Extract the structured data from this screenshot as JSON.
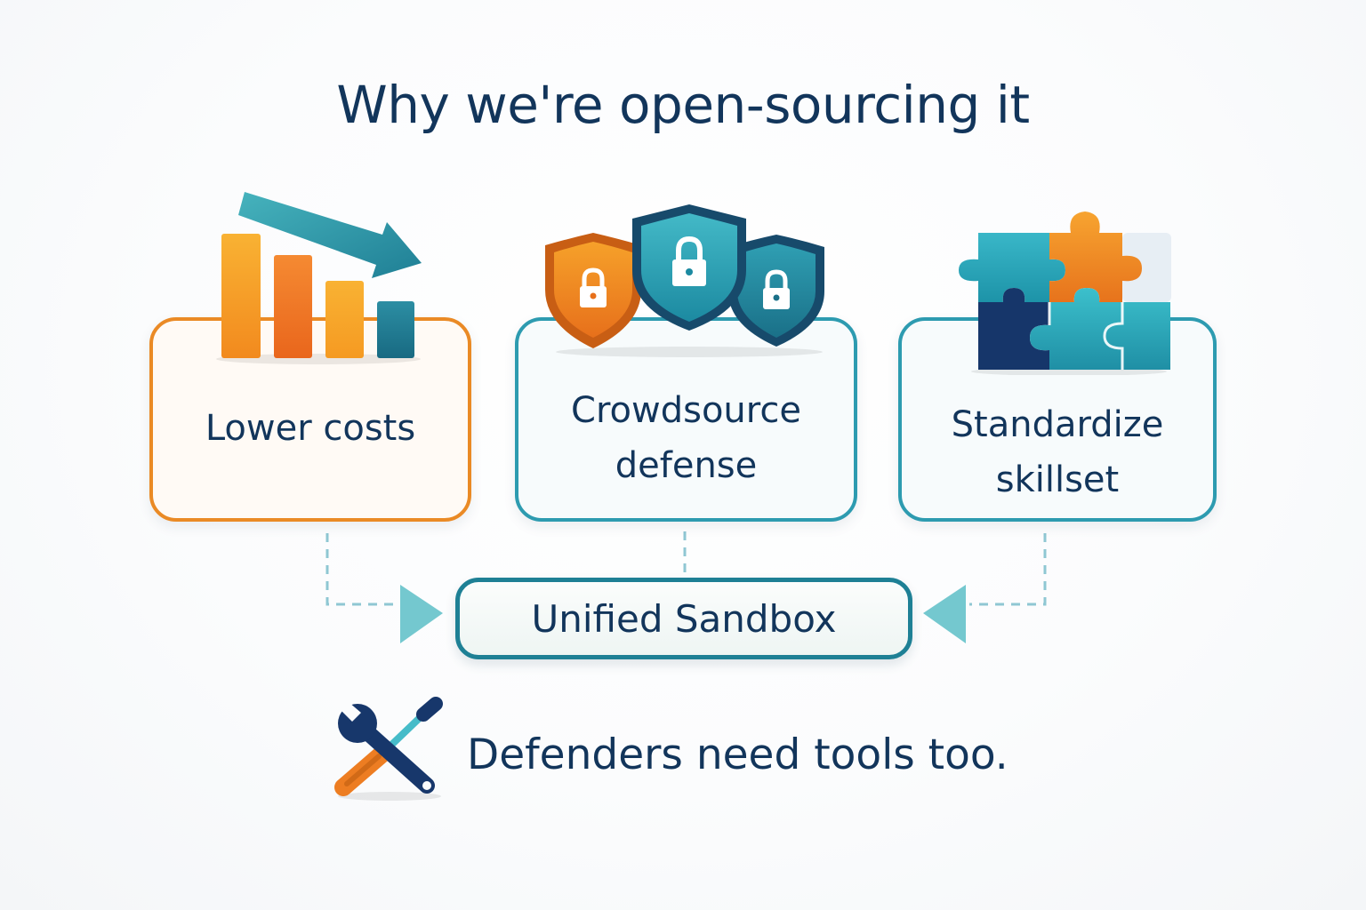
{
  "title": "Why we're open-sourcing it",
  "cards": [
    {
      "label": "Lower costs",
      "icon": "declining-bar-chart-icon"
    },
    {
      "label": "Crowdsource defense",
      "icon": "lock-shields-icon"
    },
    {
      "label": "Standardize skillset",
      "icon": "puzzle-pieces-icon"
    }
  ],
  "hub": {
    "label": "Unified Sandbox"
  },
  "tagline": {
    "text": "Defenders need tools too.",
    "icon": "wrench-screwdriver-icon"
  },
  "colors": {
    "navy_text": "#12355b",
    "orange": "#ea8a25",
    "teal": "#2d9bb0",
    "dark_teal": "#1e6f86"
  }
}
